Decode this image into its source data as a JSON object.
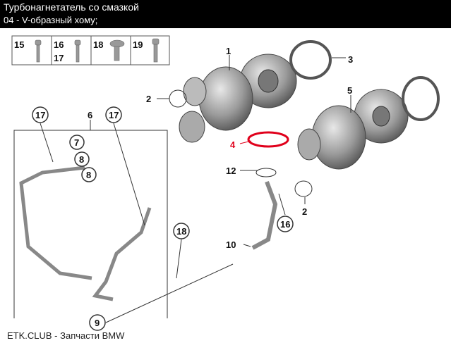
{
  "header": {
    "title": "Турбонагнетатель со смазкой",
    "subtitle": "04 - V-образный хому;"
  },
  "legend_box": {
    "cells": [
      {
        "labels": [
          "15"
        ]
      },
      {
        "labels": [
          "16",
          "17"
        ]
      },
      {
        "labels": [
          "18"
        ]
      },
      {
        "labels": [
          "19"
        ]
      }
    ]
  },
  "callouts": {
    "c1": "1",
    "c2a": "2",
    "c3": "3",
    "c5": "5",
    "c4": "4",
    "c12": "12",
    "c16": "16",
    "c10": "10",
    "c2b": "2",
    "c6": "6",
    "c17a": "17",
    "c17b": "17",
    "c7": "7",
    "c8a": "8",
    "c8b": "8",
    "c18": "18",
    "c9": "9"
  },
  "colors": {
    "highlight": "#e0001b",
    "part": "#9a9a9a"
  },
  "footer": {
    "text": "ETK.CLUB - Запчасти BMW"
  }
}
